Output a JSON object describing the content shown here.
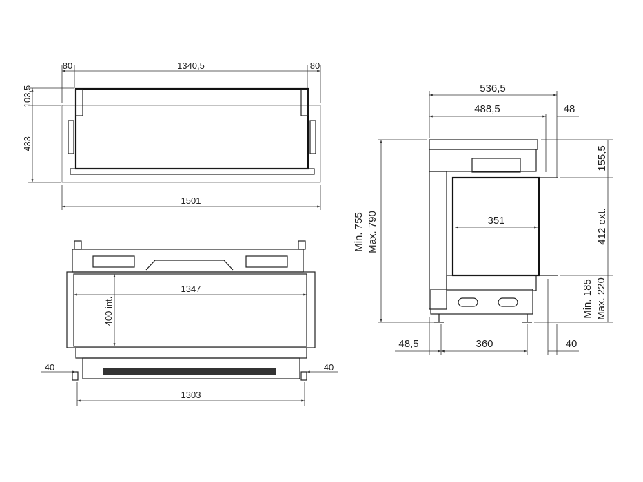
{
  "top_view": {
    "dim_left": "80",
    "dim_center": "1340,5",
    "dim_right": "80",
    "dim_depth_top": "103,5",
    "dim_depth": "433",
    "dim_width": "1501"
  },
  "front_view": {
    "dim_inner_width": "1347",
    "dim_inner_height": "400 int.",
    "dim_left": "40",
    "dim_right": "40",
    "dim_base_width": "1303"
  },
  "side_view": {
    "dim_total_depth": "536,5",
    "dim_depth": "488,5",
    "dim_overhang": "48",
    "dim_height_min": "Min. 755",
    "dim_height_max": "Max. 790",
    "dim_top": "155,5",
    "dim_glass": "412 ext.",
    "dim_inner": "351",
    "dim_bottom_min": "Min. 185",
    "dim_bottom_max": "Max. 220",
    "dim_foot_offset": "48,5",
    "dim_foot_span": "360",
    "dim_front_offset": "40"
  }
}
